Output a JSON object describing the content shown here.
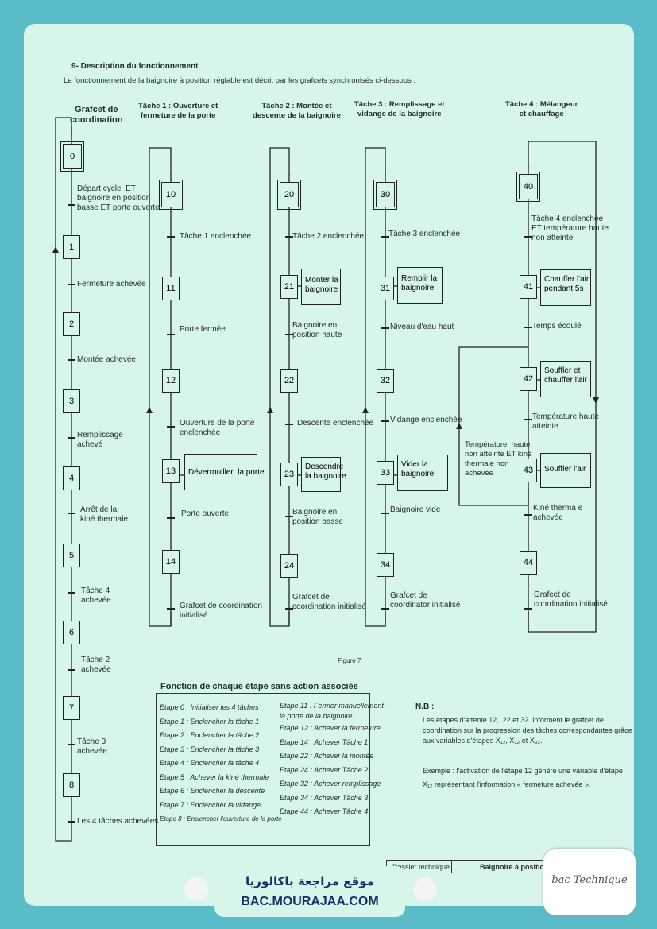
{
  "heading": {
    "title": "9- Description du fonctionnement",
    "intro": "Le fonctionnement de la baignoire à position réglable est décrit par les grafcets synchronisés ci-dessous :"
  },
  "columns": {
    "coord": "Grafcet de\ncoordination",
    "t1": "Tâche 1 : Ouverture et\nfermeture de la porte",
    "t2": "Tâche 2 : Montée et\ndescente de la baignoire",
    "t3": "Tâche 3 : Remplissage et\nvidange de la baignoire",
    "t4": "Tâche 4 : Mélangeur\net chauffage"
  },
  "coord": {
    "steps": [
      "0",
      "1",
      "2",
      "3",
      "4",
      "5",
      "6",
      "7",
      "8"
    ],
    "transitions": [
      "Départ cycle  ET\nbaignoire en position\nbasse ET porte ouverte",
      "Fermeture achevée",
      "Montée achevée",
      "Remplissage\nachevé",
      "Arrêt de la\nkiné thermale",
      "Tâche 4\nachevée",
      "Tâche 2\nachevée",
      "Tâche 3\nachevée",
      "Les 4 tâches achevées"
    ]
  },
  "t1": {
    "steps": [
      "10",
      "11",
      "12",
      "13",
      "14"
    ],
    "actions": {
      "a13": "Déverrouiller  la porte"
    },
    "transitions": [
      "Tâche 1 enclenchée",
      "Porte fermée",
      "Ouverture de la porte\nenclenchée",
      "Porte ouverte",
      "Grafcet de coordination\ninitialisé"
    ]
  },
  "t2": {
    "steps": [
      "20",
      "21",
      "22",
      "23",
      "24"
    ],
    "actions": {
      "a21": "Monter la\nbaignoire",
      "a23": "Descendre\nla baignoire"
    },
    "transitions": [
      "Tâche 2 enclenchée",
      "Baignoire en\nposition haute",
      "Descente enclenchée",
      "Baignoire en\nposition basse",
      "Grafcet de\ncoordination initialisé"
    ]
  },
  "t3": {
    "steps": [
      "30",
      "31",
      "32",
      "33",
      "34"
    ],
    "actions": {
      "a31": "Remplir la\nbaignoire",
      "a33": "Vider la\nbaignoire"
    },
    "transitions": [
      "Tâche 3 enclenchée",
      "Niveau d'eau haut",
      "Vidange enclenchée",
      "Baignoire vide",
      "Grafcet de\ncoordinator initialisé"
    ]
  },
  "t4": {
    "steps": [
      "40",
      "41",
      "42",
      "43",
      "44"
    ],
    "actions": {
      "a41": "Chauffer l'air\npendant 5s",
      "a42": "Souffler et\nchauffer l'air",
      "a43": "Souffler l'air"
    },
    "transitions": [
      "Tâche 4 enclenchée\nET température haute\nnon atteinte",
      "Temps écoulé",
      "Température haute\natteinte",
      "Kiné therma e\nachevée",
      "Grafcet de\ncoordination initialisé"
    ],
    "loop_condition": "Température  haute\nnon atteinte ET kiné\nthermale non\nachevée"
  },
  "figure_label": "Figure 7",
  "functions": {
    "title": "Fonction de chaque étape sans action associée",
    "left": [
      "Etape 0 : Initialiser les 4 tâches",
      "Etape 1 : Enclencher la tâche 1",
      "Etape 2 : Enclencher la tâche 2",
      "Etape 3 : Enclencher la tâche 3",
      "Etape 4 : Enclencher la tâche 4",
      "Etape 5 : Achever la kiné thermale",
      "Etape 6 : Enclencher la descente",
      "Etape 7 : Enclencher la vidange",
      "Etape 8 : Enclencher l'ouverture de la porte"
    ],
    "right": [
      "Etape 11 : Fermer manuellement\nla porte de la baignoire",
      "Etape 12 : Achever la fermeture",
      "Etape 14 : Achever Tâche 1",
      "Etape 22 : Achever la montée",
      "Etape 24 : Achever Tâche 2",
      "Etape 32 : Achever remplissage",
      "Etape 34 : Achever Tâche 3",
      "Etape 44 : Achever Tâche 4"
    ]
  },
  "nb": {
    "title": "N.B :",
    "text": "Les étapes d'attente 12,  22 et 32  informent le grafcet de\ncoordination sur la progression des tâches correspondantes grâce\naux variables d'étapes X₁₂, X₂₂ et X₃₂.",
    "example": "Exemple : l'activation de l'étape 12 génère une variable d'étape\nX₁₂ représentant l'information « fermeture achevée »."
  },
  "footer": {
    "left": "Dossier technique",
    "right": "Baignoire à position r"
  },
  "brand": {
    "arabic": "موقع مراجعة  باكالوريا",
    "site": "BAC.MOURAJAA.COM",
    "stamp": "bac Technique"
  },
  "colors": {
    "page_bg": "#5bbcc9",
    "sheet": "#d7f5e9",
    "brand_text": "#1a2b6a"
  }
}
